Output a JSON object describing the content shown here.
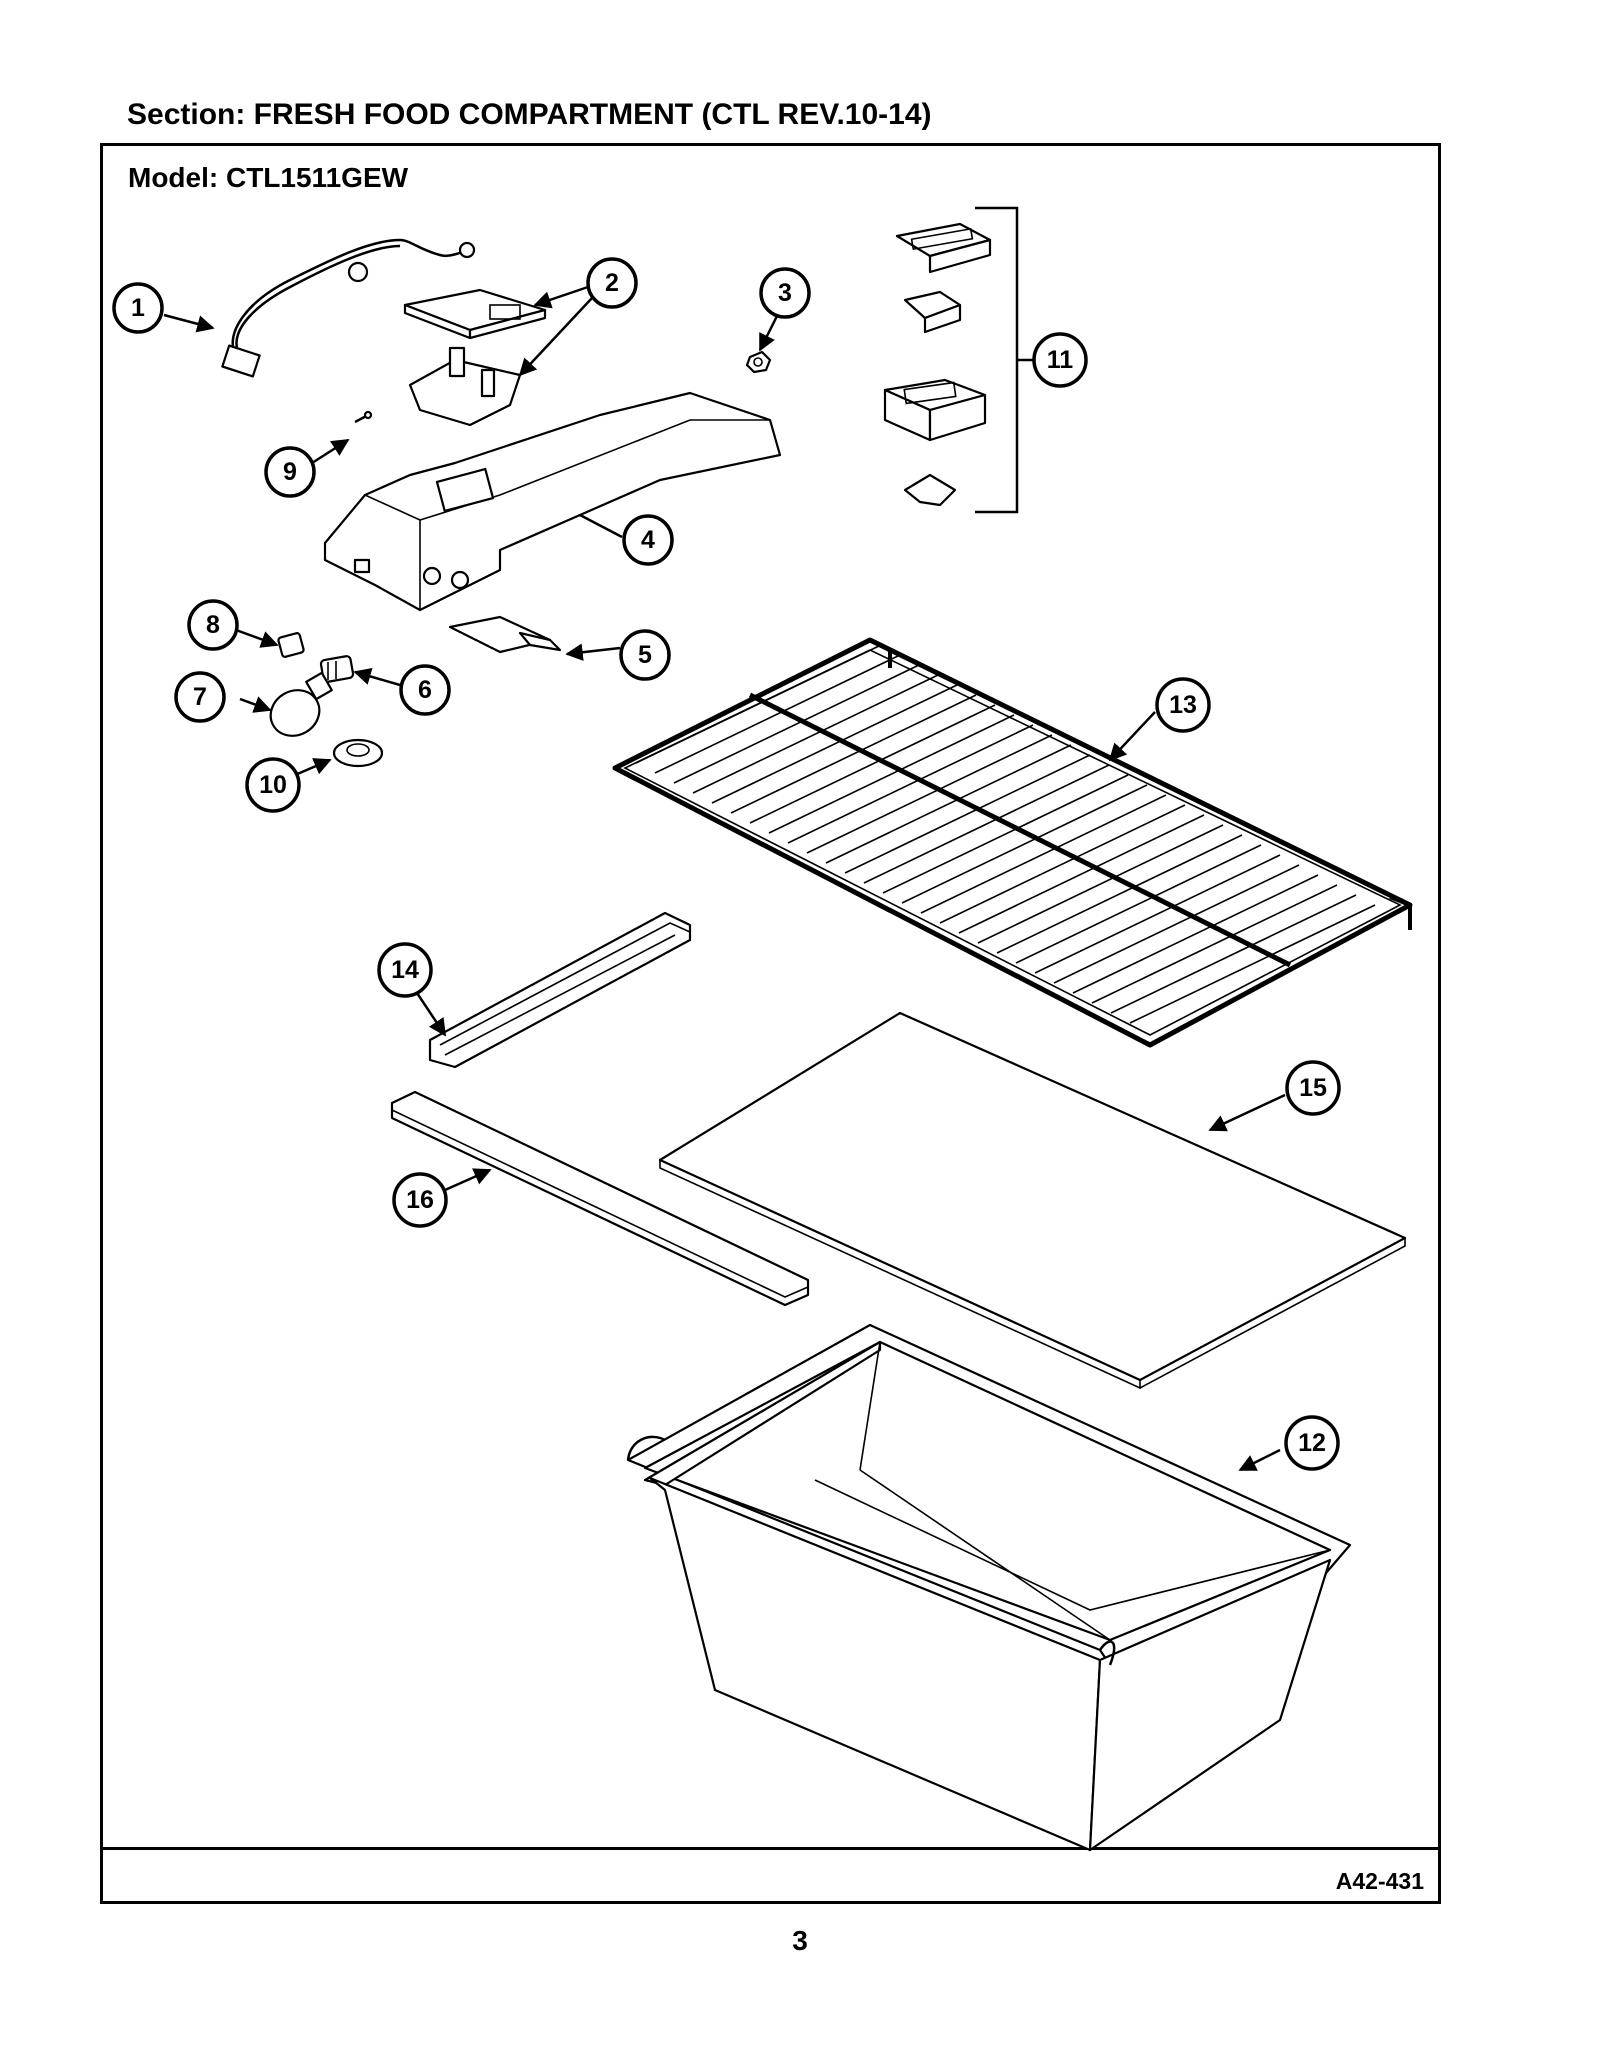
{
  "header": {
    "section": "Section:  FRESH FOOD COMPARTMENT (CTL REV.10-14)"
  },
  "frame": {
    "model": "Model:  CTL1511GEW",
    "drawing_code": "A42-431"
  },
  "footer": {
    "page_number": "3"
  },
  "callouts": [
    "1",
    "2",
    "3",
    "4",
    "5",
    "6",
    "7",
    "8",
    "9",
    "10",
    "11",
    "12",
    "13",
    "14",
    "15",
    "16"
  ]
}
